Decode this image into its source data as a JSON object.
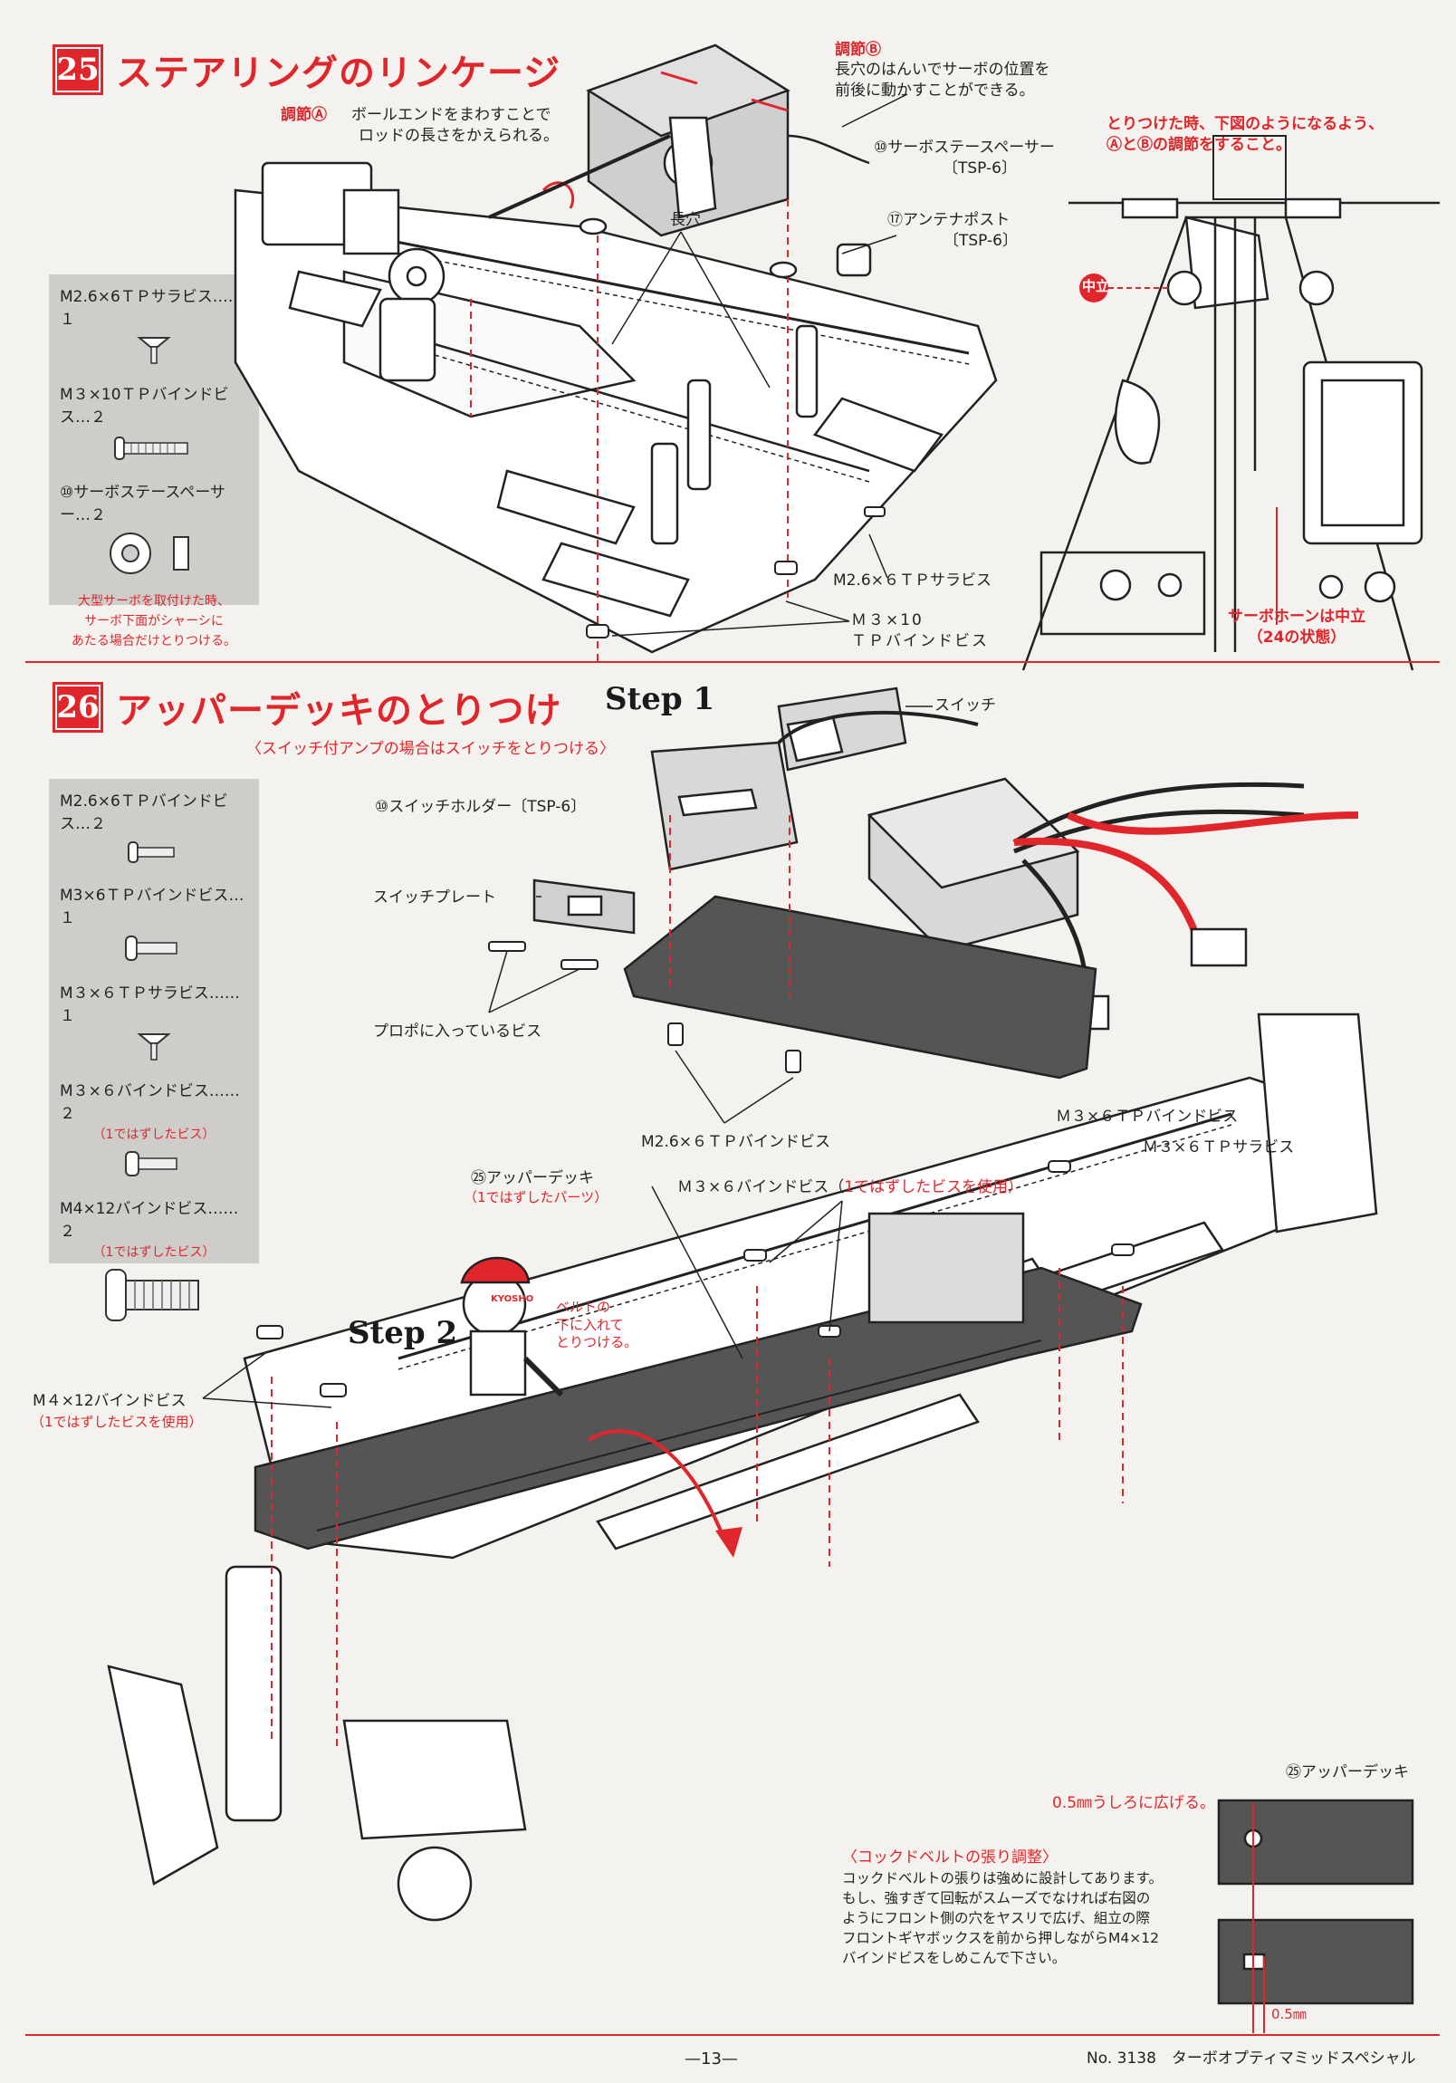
{
  "section25": {
    "num": "25",
    "title": "ステアリングのリンケージ",
    "parts": [
      {
        "label": "M2.6×6ＴＰサラビス……１"
      },
      {
        "label": "M３×10ＴＰバインドビス…２"
      },
      {
        "label": "⑩サーボステースペーサー…２"
      }
    ],
    "parts_note": [
      "大型サーボを取付けた時、",
      "サーボ下面がシャーシに",
      "あたる場合だけとりつける。"
    ],
    "adjust_a": "調節Ⓐ",
    "adjust_a_text": [
      "ボールエンドをまわすことで",
      "ロッドの長さをかえられる。"
    ],
    "adjust_b": "調節Ⓑ",
    "adjust_b_text": [
      "長穴のはんいでサーボの位置を",
      "前後に動かすことができる。"
    ],
    "spacer_label": [
      "⑩サーボステースペーサー",
      "〔TSP-6〕"
    ],
    "antenna_label": [
      "⑰アンテナポスト",
      "〔TSP-6〕"
    ],
    "slot_label": "長穴",
    "screw_a_label": "M2.6×６ＴＰサラビス",
    "screw_b_label": [
      "Ｍ３×10",
      "ＴＰバインドビス"
    ],
    "right_note": [
      "とりつけた時、下図のようになるよう、",
      "ⒶとⒷの調節をすること。"
    ],
    "center_label": "中立",
    "horn_note": [
      "サーボホーンは中立",
      "（24の状態）"
    ]
  },
  "section26": {
    "num": "26",
    "title": "アッパーデッキのとりつけ",
    "step1": "Step 1",
    "step2": "Step 2",
    "switch_note": "〈スイッチ付アンプの場合はスイッチをとりつける〉",
    "parts": [
      {
        "label": "M2.6×6ＴＰバインドビス…２",
        "note": ""
      },
      {
        "label": "M3×6ＴＰバインドビス…１",
        "note": ""
      },
      {
        "label": "M３×６ＴＰサラビス……１",
        "note": ""
      },
      {
        "label": "M３×６バインドビス……２",
        "note": "（1ではずしたビス）"
      },
      {
        "label": "M4×12バインドビス……２",
        "note": "（1ではずしたビス）"
      }
    ],
    "switch_label": "スイッチ",
    "holder_label": "⑩スイッチホルダー〔TSP-6〕",
    "plate_label": "スイッチプレート",
    "propo_label": "プロポに入っているビス",
    "m26_label": "M2.6×６ＴＰバインドビス",
    "deck_label": "㉕アッパーデッキ",
    "deck_note": "（1ではずしたパーツ）",
    "m36_bind_label": "Ｍ３×６バインドビス（",
    "m36_bind_note": "1ではずしたビスを使用）",
    "m36tp_bind_label": "Ｍ３×６ＴＰバインドビス",
    "m36tp_sara_label": "Ｍ３×６ＴＰサラビス",
    "m412_label": "M４×12バインドビス",
    "m412_note": "（1ではずしたビスを使用）",
    "belt_note": [
      "ベルトの",
      "下に入れて",
      "とりつける。"
    ],
    "deck_label2": "㉕アッパーデッキ",
    "shift_note": "0.5㎜うしろに広げる。",
    "shift_dim": "0.5㎜",
    "belt_title": "〈コックドベルトの張り調整〉",
    "belt_text": [
      "コックドベルトの張りは強めに設計してあります。",
      "もし、強すぎて回転がスムーズでなければ右図の",
      "ようにフロント側の穴をヤスリで広げ、組立の際",
      "フロントギヤボックスを前から押しながらM4×12",
      "バインドビスをしめこんで下さい。"
    ],
    "mascot_text": "KYOSHO"
  },
  "footer": {
    "page": "—13—",
    "product": "No. 3138　ターボオプティマミッドスペシャル"
  }
}
